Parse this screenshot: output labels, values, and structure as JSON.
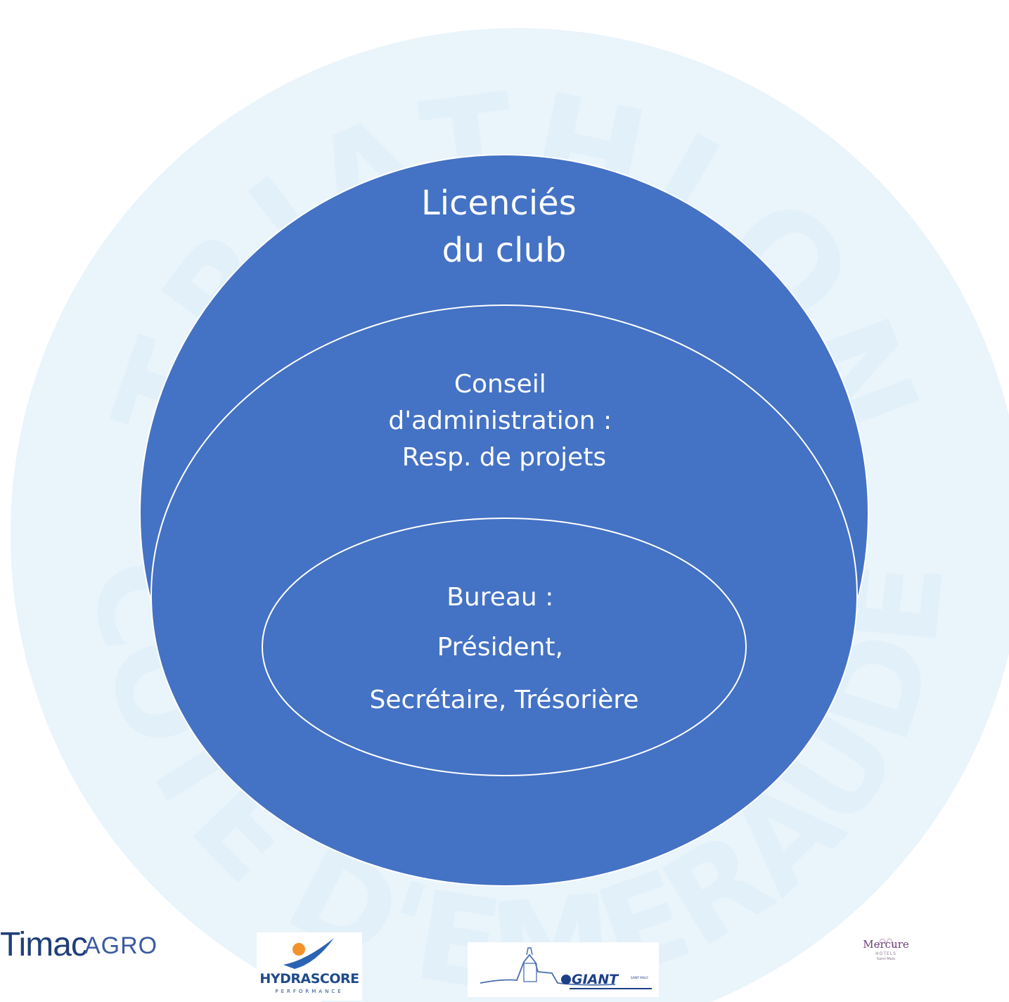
{
  "watermark": {
    "arc_top_text": "TRIATHLON",
    "arc_bottom_text": "CÔTE D'ÉMERAUDE",
    "color": "#e6f2fa"
  },
  "diagram": {
    "fill_color": "#4472c4",
    "outline_color": "#ffffff",
    "outer": {
      "lines": [
        "Licenciés",
        "du club"
      ]
    },
    "middle": {
      "lines": [
        "Conseil",
        "d'administration :",
        "Resp. de projets"
      ]
    },
    "inner": {
      "lines": [
        "Bureau :",
        "Président,",
        "Secrétaire, Trésorière"
      ]
    }
  },
  "sponsors": {
    "timac": {
      "part1": "Timac",
      "part2": "AGRO"
    },
    "hydrascore": {
      "name": "HYDRASCORE",
      "tagline": "PERFORMANCE"
    },
    "giant": {
      "name": "GIANT",
      "city": "SAINT MALO"
    },
    "mercure": {
      "name": "Mercure",
      "tagline": "HOTELS",
      "city": "Saint-Malo"
    }
  }
}
